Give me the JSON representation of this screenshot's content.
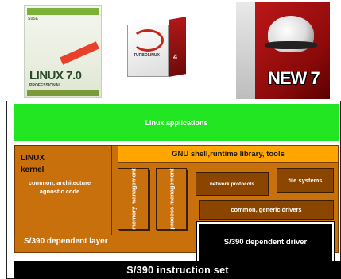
{
  "products": {
    "suse": {
      "title": "LINUX 7.0",
      "brand": "SuSE",
      "edition": "PROFESSIONAL"
    },
    "turbolinux": {
      "brand": "TURBOLINUX",
      "version": "4"
    },
    "redhat": {
      "badge": "NEW 7"
    }
  },
  "diagram": {
    "applications": "Linux applications",
    "gnu_layer": "GNU shell,runtime library, tools",
    "kernel": {
      "title_line1": "LINUX",
      "title_line2": "kernel",
      "subtitle": "common, architecture agnostic code"
    },
    "memory_management": "memory management",
    "process_management": "process management",
    "network_protocols": "network protocols",
    "file_systems": "file systems",
    "common_drivers": "common, generic drivers",
    "s390_dependent_layer": "S/390 dependent layer",
    "s390_driver": "S/390 dependent driver",
    "instruction_set": "S/390 instruction set"
  },
  "colors": {
    "applications": "#22e622",
    "gnu": "#ffa500",
    "kernel": "#c8700b",
    "kernel_dark": "#8a4500",
    "instruction_set": "#000000"
  }
}
